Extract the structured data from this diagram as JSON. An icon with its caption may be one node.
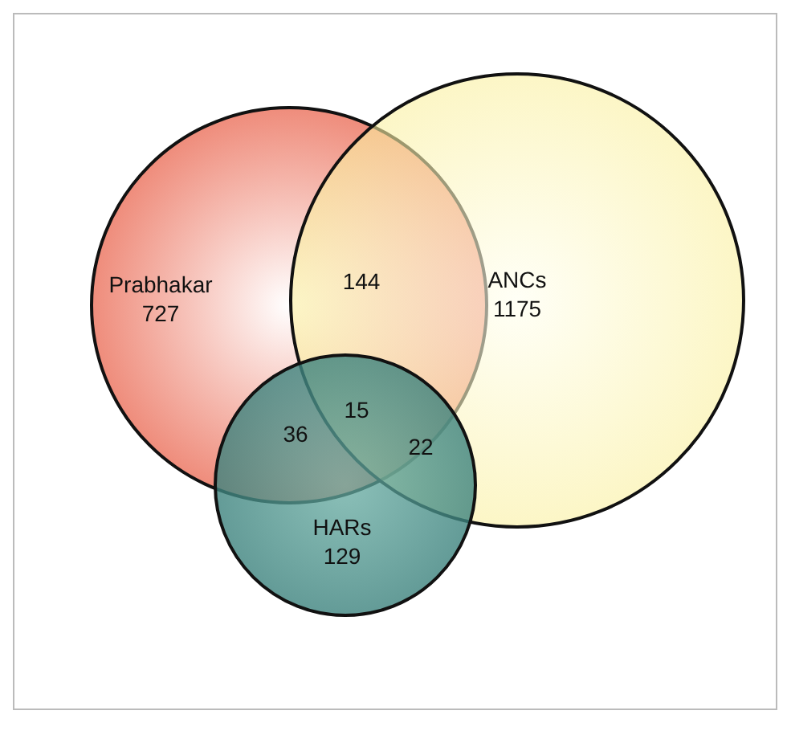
{
  "diagram": {
    "nodes": [
      {
        "text": [
          "Prabhakar",
          "727"
        ]
      },
      {
        "text": [
          "ANCs",
          "1175"
        ]
      },
      {
        "text": [
          "HARs",
          "129"
        ]
      }
    ],
    "labels": [
      "144",
      "15",
      "36",
      "22"
    ]
  }
}
